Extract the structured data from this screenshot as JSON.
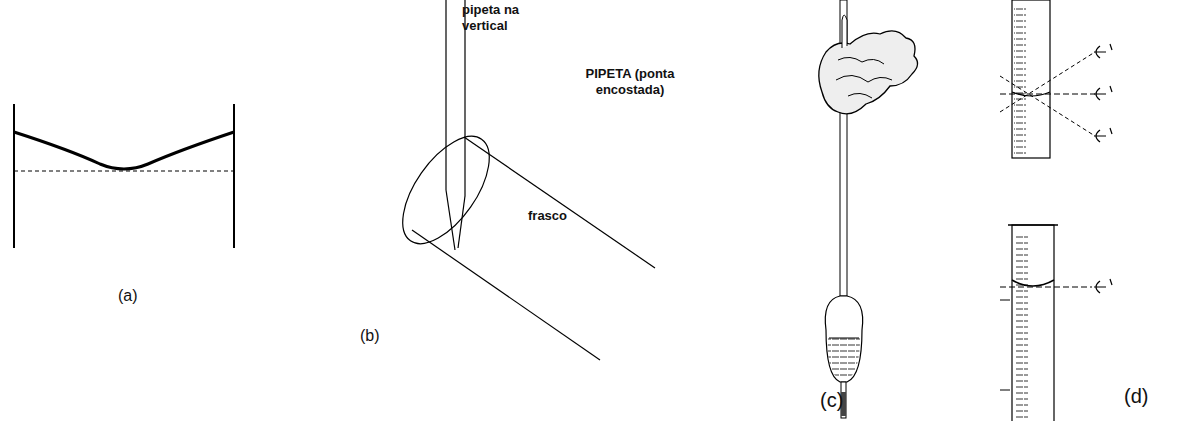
{
  "diagram": {
    "labels": [
      "pipeta na vertical",
      "PIPETA (ponta encostada)",
      "frasco",
      "(a)",
      "(b)",
      "(c)",
      "(d)"
    ]
  }
}
